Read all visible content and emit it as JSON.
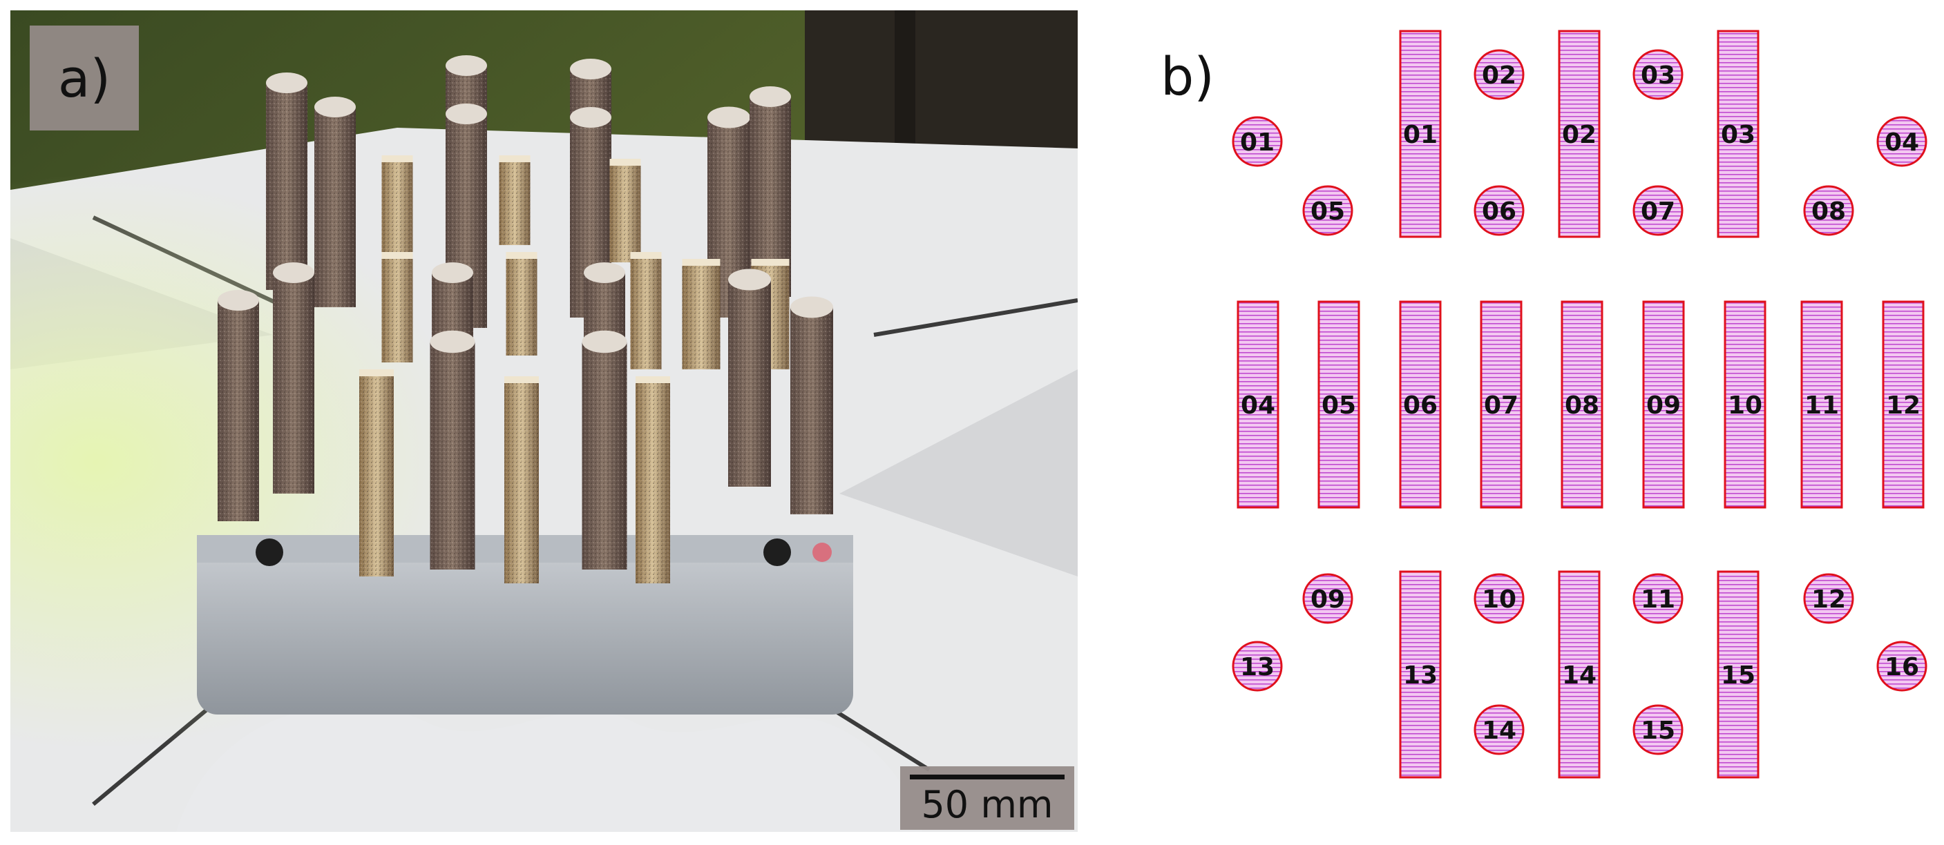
{
  "panel_a": {
    "label": "a)",
    "scale_bar_label": "50 mm"
  },
  "panel_b": {
    "label": "b)",
    "bars": [
      {
        "id": "01",
        "col": 0,
        "row": "top"
      },
      {
        "id": "02",
        "col": 1,
        "row": "top"
      },
      {
        "id": "03",
        "col": 2,
        "row": "top"
      },
      {
        "id": "04",
        "col": 0,
        "row": "middle"
      },
      {
        "id": "05",
        "col": 1,
        "row": "middle"
      },
      {
        "id": "06",
        "col": 2,
        "row": "middle"
      },
      {
        "id": "07",
        "col": 3,
        "row": "middle"
      },
      {
        "id": "08",
        "col": 4,
        "row": "middle"
      },
      {
        "id": "09",
        "col": 5,
        "row": "middle"
      },
      {
        "id": "10",
        "col": 6,
        "row": "middle"
      },
      {
        "id": "11",
        "col": 7,
        "row": "middle"
      },
      {
        "id": "12",
        "col": 8,
        "row": "middle"
      },
      {
        "id": "13",
        "col": 0,
        "row": "bottom"
      },
      {
        "id": "14",
        "col": 1,
        "row": "bottom"
      },
      {
        "id": "15",
        "col": 2,
        "row": "bottom"
      }
    ],
    "cylinders": [
      {
        "id": "01"
      },
      {
        "id": "02"
      },
      {
        "id": "03"
      },
      {
        "id": "04"
      },
      {
        "id": "05"
      },
      {
        "id": "06"
      },
      {
        "id": "07"
      },
      {
        "id": "08"
      },
      {
        "id": "09"
      },
      {
        "id": "10"
      },
      {
        "id": "11"
      },
      {
        "id": "12"
      },
      {
        "id": "13"
      },
      {
        "id": "14"
      },
      {
        "id": "15"
      },
      {
        "id": "16"
      }
    ],
    "colors": {
      "fill": "#f3c8f1",
      "stripe": "#c04ad0",
      "outline": "#e0101c"
    }
  }
}
